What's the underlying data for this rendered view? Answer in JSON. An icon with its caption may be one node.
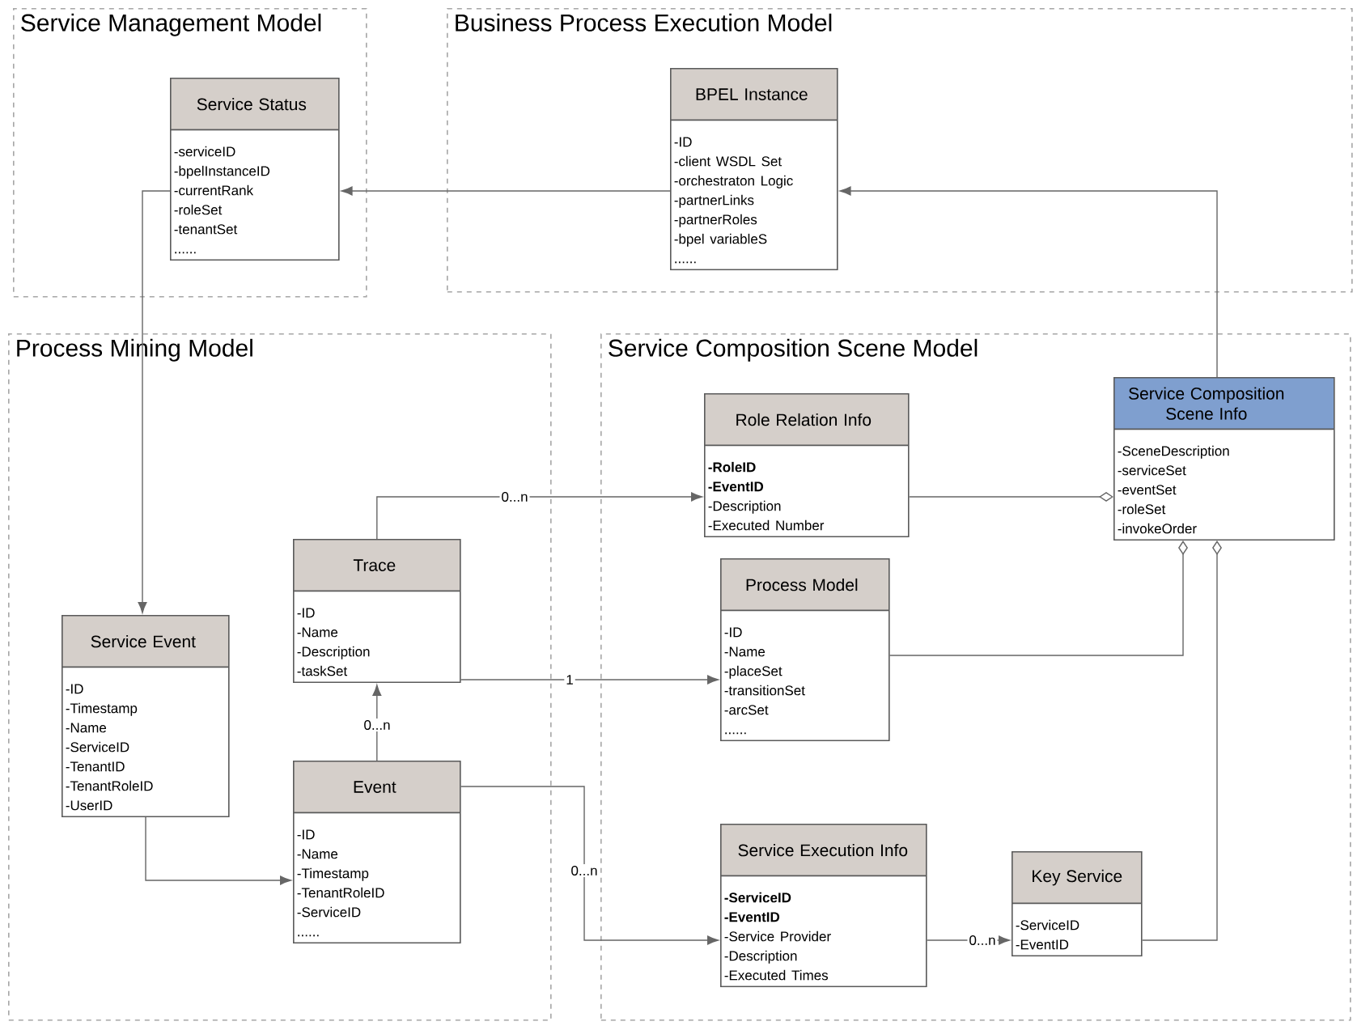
{
  "diagram": {
    "nodes": [
      {
        "text": [
          "Service Management Model"
        ]
      },
      {
        "text": [
          "Service Status",
          "-serviceID",
          "-bpelInstanceID",
          "-currentRank",
          "-roleSet",
          "-tenantSet",
          "......"
        ],
        "in": 0
      },
      {
        "text": [
          "Business Process Execution Model"
        ]
      },
      {
        "text": [
          "BPEL Instance",
          "-ID",
          "-client WSDL Set",
          "-orchestraton Logic",
          "-partnerLinks",
          "-partnerRoles",
          "-bpel variableS",
          "......"
        ],
        "in": 2
      },
      {
        "text": [
          "Process Mining Model"
        ]
      },
      {
        "text": [
          "Service Event",
          "-ID",
          "-Timestamp",
          "-Name",
          "-ServiceID",
          "-TenantID",
          "-TenantRoleID",
          "-UserID"
        ],
        "in": 4
      },
      {
        "text": [
          "Trace",
          "-ID",
          "-Name",
          "-Description",
          "-taskSet"
        ],
        "in": 4
      },
      {
        "text": [
          "Event",
          "-ID",
          "-Name",
          "-Timestamp",
          "-TenantRoleID",
          "-ServiceID",
          "......"
        ],
        "in": 4
      },
      {
        "text": [
          "Service Composition Scene Model"
        ]
      },
      {
        "text": [
          "Role Relation Info",
          "**-RoleID**",
          "**-EventID**",
          "-Description",
          "-Executed Number"
        ],
        "in": 8
      },
      {
        "text": [
          "Service Composition Scene Info",
          "-SceneDescription",
          "-serviceSet",
          "-eventSet",
          "-roleSet",
          "-invokeOrder"
        ],
        "in": 8
      },
      {
        "text": [
          "Process Model",
          "-ID",
          "-Name",
          "-placeSet",
          "-transitionSet",
          "-arcSet",
          "......"
        ],
        "in": 8
      },
      {
        "text": [
          "Service Execution Info",
          "**-ServiceID**",
          "**-EventID**",
          "-Service Provider",
          "-Description",
          "-Executed Times"
        ],
        "in": 8
      },
      {
        "text": [
          "Key Service",
          "-ServiceID",
          "-EventID"
        ],
        "in": 8
      }
    ],
    "edges": [
      {
        "from": 10,
        "to": 3,
        "arrow": "to"
      },
      {
        "from": 3,
        "to": 1,
        "arrow": "to"
      },
      {
        "from": 1,
        "to": 5,
        "arrow": "to"
      },
      {
        "from": 5,
        "to": 7,
        "arrow": "to"
      },
      {
        "from": 7,
        "to": 6,
        "arrow": "to",
        "label": "0...n"
      },
      {
        "from": 6,
        "to": 9,
        "arrow": "to",
        "label": "0...n"
      },
      {
        "from": 6,
        "to": 11,
        "arrow": "to",
        "label": "1"
      },
      {
        "from": 7,
        "to": 12,
        "arrow": "to",
        "label": "0...n"
      },
      {
        "from": 12,
        "to": 13,
        "arrow": "to",
        "label": "0...n"
      },
      {
        "from": 9,
        "to": 10,
        "arrow": "other"
      },
      {
        "from": 11,
        "to": 10,
        "arrow": "other"
      },
      {
        "from": 13,
        "to": 10,
        "arrow": "other"
      }
    ]
  }
}
